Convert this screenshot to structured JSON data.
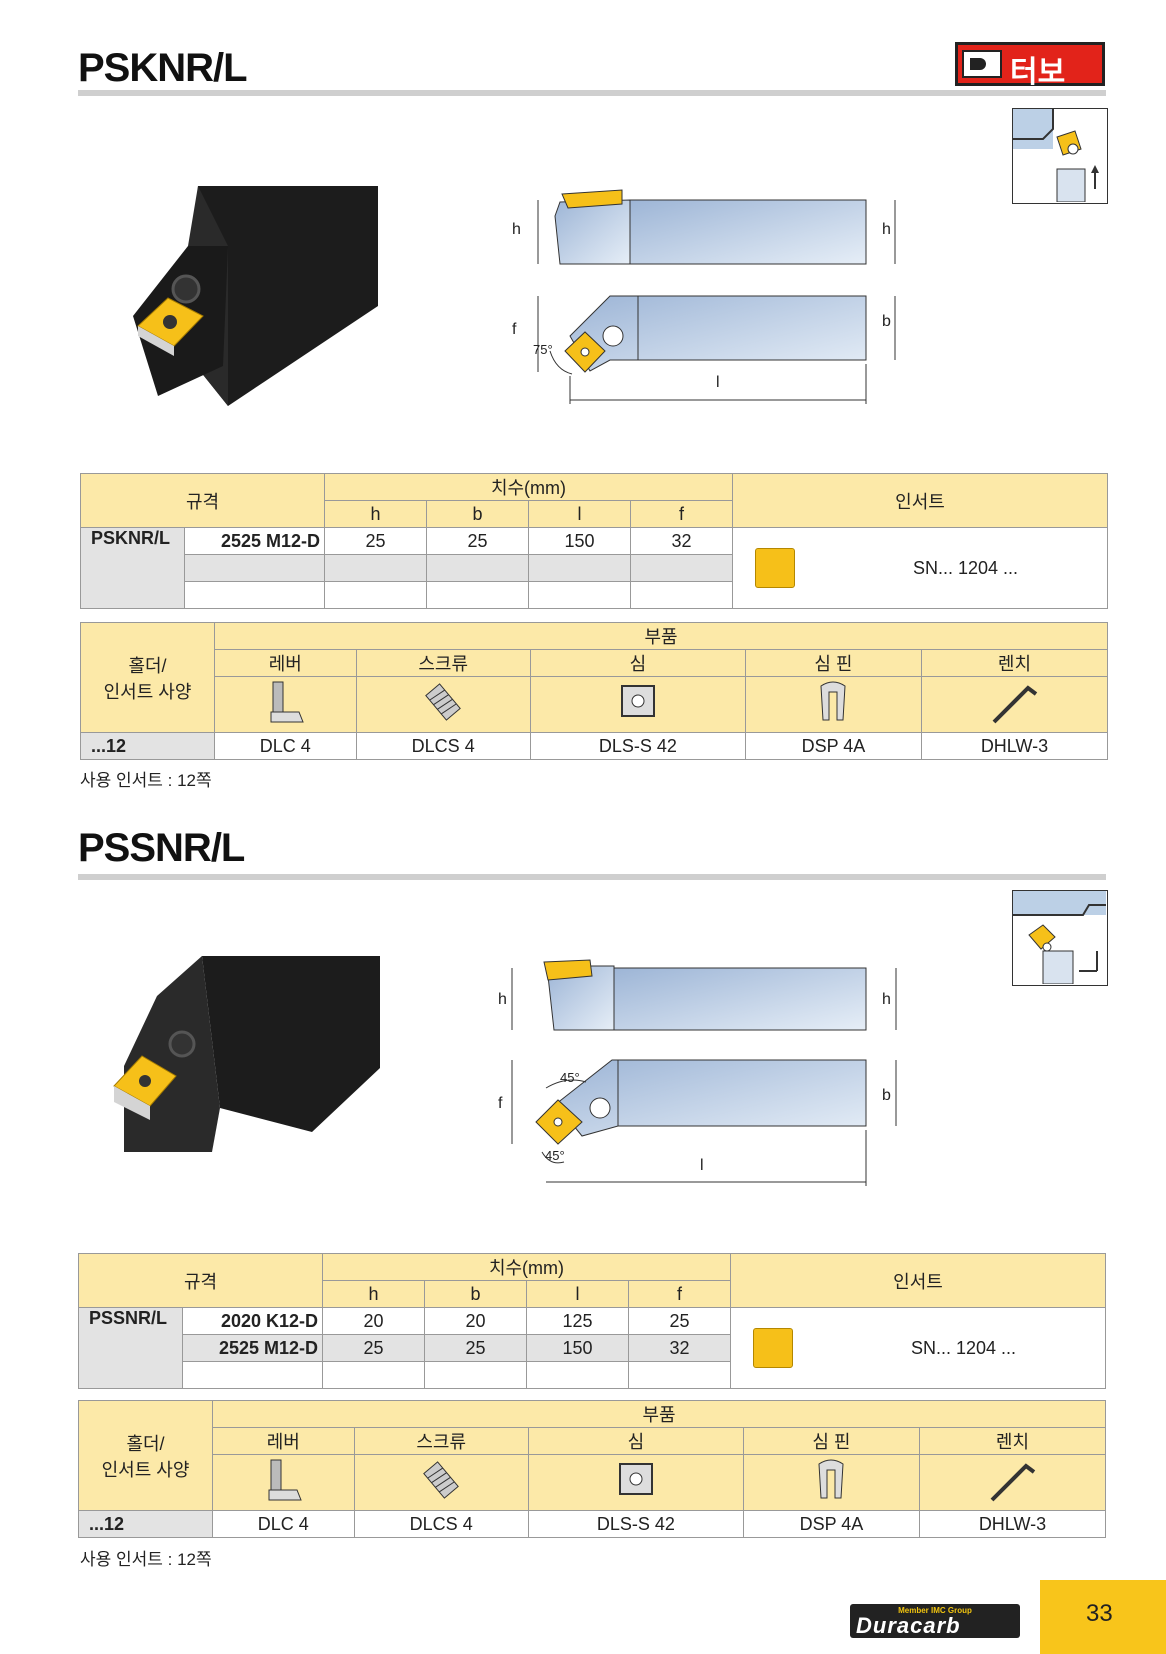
{
  "header": {
    "brand_text": "터보"
  },
  "sections": [
    {
      "title": "PSKNR/L",
      "angle_labels": [
        "75°"
      ],
      "dims": {
        "h1": "h",
        "h2": "h",
        "f": "f",
        "b": "b",
        "l": "l"
      },
      "spec": {
        "h_gyugyeok": "규격",
        "h_dims": "치수(mm)",
        "h_h": "h",
        "h_b": "b",
        "h_l": "l",
        "h_f": "f",
        "h_insert": "인서트",
        "prefix": "PSKNR/L",
        "rows": [
          {
            "model": "2525 M12-D",
            "h": "25",
            "b": "25",
            "l": "150",
            "f": "32"
          },
          {
            "model": "",
            "h": "",
            "b": "",
            "l": "",
            "f": ""
          },
          {
            "model": "",
            "h": "",
            "b": "",
            "l": "",
            "f": ""
          }
        ],
        "insert": "SN... 1204 ..."
      },
      "parts": {
        "holder_l1": "홀더/",
        "holder_l2": "인서트 사양",
        "h_parts": "부품",
        "cols": [
          "레버",
          "스크류",
          "심",
          "심 핀",
          "렌치"
        ],
        "icons": [
          "lever-icon",
          "screw-icon",
          "shim-icon",
          "shim-pin-icon",
          "wrench-icon"
        ],
        "size": "...12",
        "values": [
          "DLC 4",
          "DLCS 4",
          "DLS-S 42",
          "DSP 4A",
          "DHLW-3"
        ]
      },
      "note": "사용 인서트 : 12쪽"
    },
    {
      "title": "PSSNR/L",
      "angle_labels": [
        "45°",
        "45°"
      ],
      "dims": {
        "h1": "h",
        "h2": "h",
        "f": "f",
        "b": "b",
        "l": "l"
      },
      "spec": {
        "h_gyugyeok": "규격",
        "h_dims": "치수(mm)",
        "h_h": "h",
        "h_b": "b",
        "h_l": "l",
        "h_f": "f",
        "h_insert": "인서트",
        "prefix": "PSSNR/L",
        "rows": [
          {
            "model": "2020 K12-D",
            "h": "20",
            "b": "20",
            "l": "125",
            "f": "25"
          },
          {
            "model": "2525 M12-D",
            "h": "25",
            "b": "25",
            "l": "150",
            "f": "32"
          },
          {
            "model": "",
            "h": "",
            "b": "",
            "l": "",
            "f": ""
          }
        ],
        "insert": "SN... 1204 ..."
      },
      "parts": {
        "holder_l1": "홀더/",
        "holder_l2": "인서트 사양",
        "h_parts": "부품",
        "cols": [
          "레버",
          "스크류",
          "심",
          "심 핀",
          "렌치"
        ],
        "icons": [
          "lever-icon",
          "screw-icon",
          "shim-icon",
          "shim-pin-icon",
          "wrench-icon"
        ],
        "size": "...12",
        "values": [
          "DLC 4",
          "DLCS 4",
          "DLS-S 42",
          "DSP 4A",
          "DHLW-3"
        ]
      },
      "note": "사용 인서트 : 12쪽"
    }
  ],
  "footer": {
    "brand": "Duracarb",
    "brand_note": "Member IMC Group",
    "page": "33"
  },
  "colors": {
    "header_fill": "#fce9a8",
    "insert": "#f6c019",
    "alt_row": "#e3e3e3",
    "page_tab": "#f8c51b"
  }
}
